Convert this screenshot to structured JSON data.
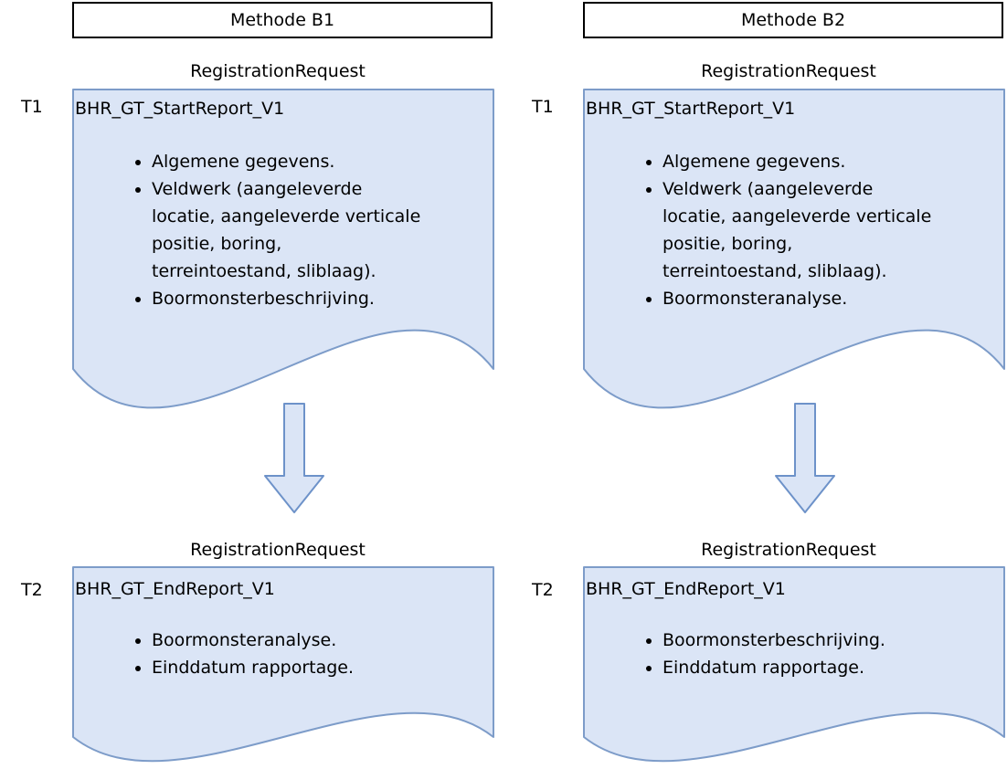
{
  "diagram": {
    "colors": {
      "document_fill": "#dbe5f6",
      "document_border": "#7d9cc9",
      "arrow_fill": "#dbe5f6",
      "arrow_border": "#6d92c9",
      "method_box_border": "#000000",
      "text": "#000000"
    },
    "columns": [
      {
        "method_label": "Methode B1",
        "start": {
          "timeline_label": "T1",
          "request_label": "RegistrationRequest",
          "document_title": "BHR_GT_StartReport_V1",
          "bullets": [
            "Algemene gegevens.",
            "Veldwerk (aangeleverde locatie, aangeleverde verticale positie, boring, terreintoestand, sliblaag).",
            "Boormonsterbeschrijving."
          ]
        },
        "end": {
          "timeline_label": "T2",
          "request_label": "RegistrationRequest",
          "document_title": "BHR_GT_EndReport_V1",
          "bullets": [
            "Boormonsteranalyse.",
            "Einddatum rapportage."
          ]
        }
      },
      {
        "method_label": "Methode B2",
        "start": {
          "timeline_label": "T1",
          "request_label": "RegistrationRequest",
          "document_title": "BHR_GT_StartReport_V1",
          "bullets": [
            "Algemene gegevens.",
            "Veldwerk (aangeleverde locatie, aangeleverde verticale positie, boring, terreintoestand, sliblaag).",
            "Boormonsteranalyse."
          ]
        },
        "end": {
          "timeline_label": "T2",
          "request_label": "RegistrationRequest",
          "document_title": "BHR_GT_EndReport_V1",
          "bullets": [
            "Boormonsterbeschrijving.",
            "Einddatum rapportage."
          ]
        }
      }
    ]
  }
}
